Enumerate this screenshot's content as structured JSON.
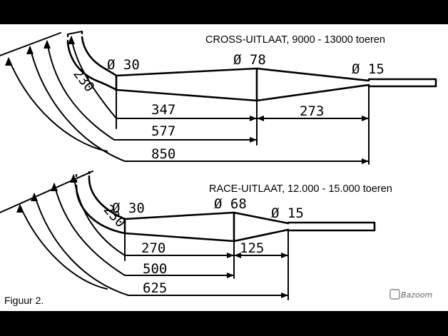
{
  "figure_label": "Figuur 2.",
  "watermark": "Bazoom",
  "cross": {
    "title": "CROSS-UITLAAT, 9000 - 13000 toeren",
    "d_inlet": "Ø 30",
    "d_mid": "Ø 78",
    "d_outlet": "Ø 15",
    "len_bend": "230",
    "len_a": "347",
    "len_b": "273",
    "len_ab": "577",
    "len_total": "850"
  },
  "race": {
    "title": "RACE-UITLAAT, 12.000 - 15.000 toeren",
    "d_inlet": "Ø 30",
    "d_mid": "Ø 68",
    "d_outlet": "Ø 15",
    "len_bend": "230",
    "len_a": "270",
    "len_b": "125",
    "len_ab": "500",
    "len_total": "625"
  },
  "colors": {
    "background": "#000000",
    "paper": "#ffffff",
    "ink": "#000000"
  }
}
